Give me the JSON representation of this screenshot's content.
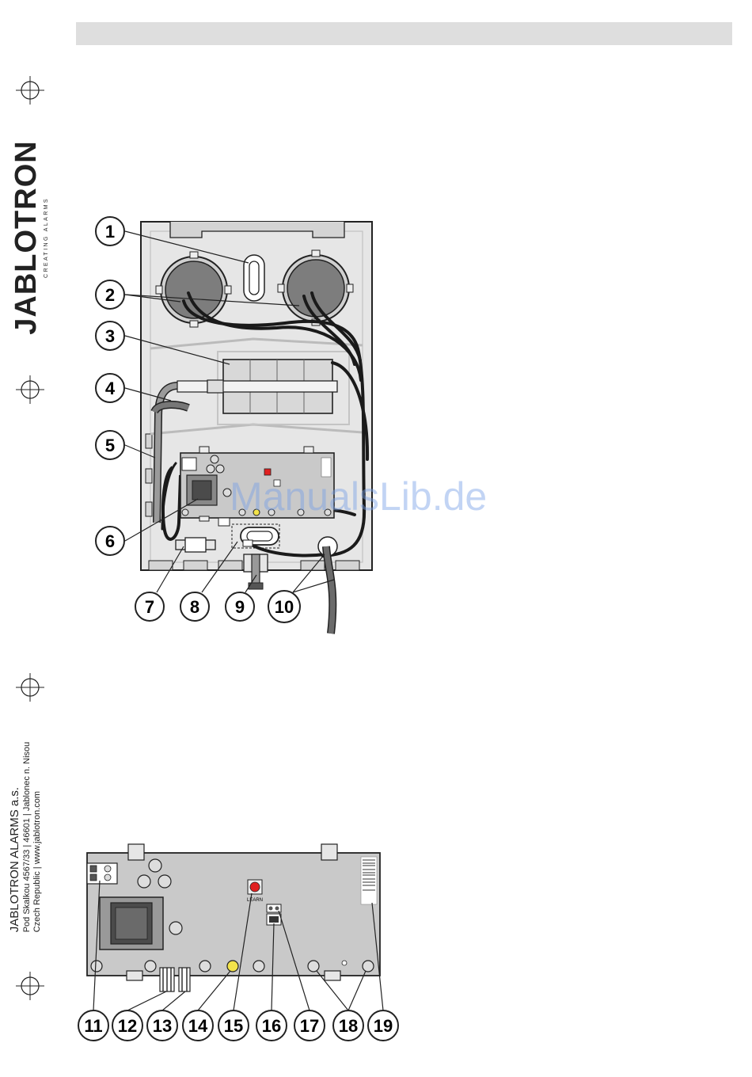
{
  "brand": {
    "name": "JABLOTRON",
    "tagline": "CREATING ALARMS"
  },
  "address": {
    "company": "JABLOTRON ALARMS a.s.",
    "line1": "Pod Skalkou 4567/33 | 46601 | Jablonec n. Nisou",
    "line2": "Czech Republic | www.jablotron.com"
  },
  "watermark": "ManualsLib.de",
  "board_label": "LEARN",
  "colors": {
    "housing": "#e6e6e6",
    "board": "#c9c9c9",
    "led": "#f3e34a",
    "button": "#e02020",
    "cable": "#1a1a1a"
  },
  "callouts_upper": [
    "1",
    "2",
    "3",
    "4",
    "5",
    "6",
    "7",
    "8",
    "9",
    "10"
  ],
  "callouts_lower": [
    "11",
    "12",
    "13",
    "14",
    "15",
    "16",
    "17",
    "18",
    "19"
  ]
}
